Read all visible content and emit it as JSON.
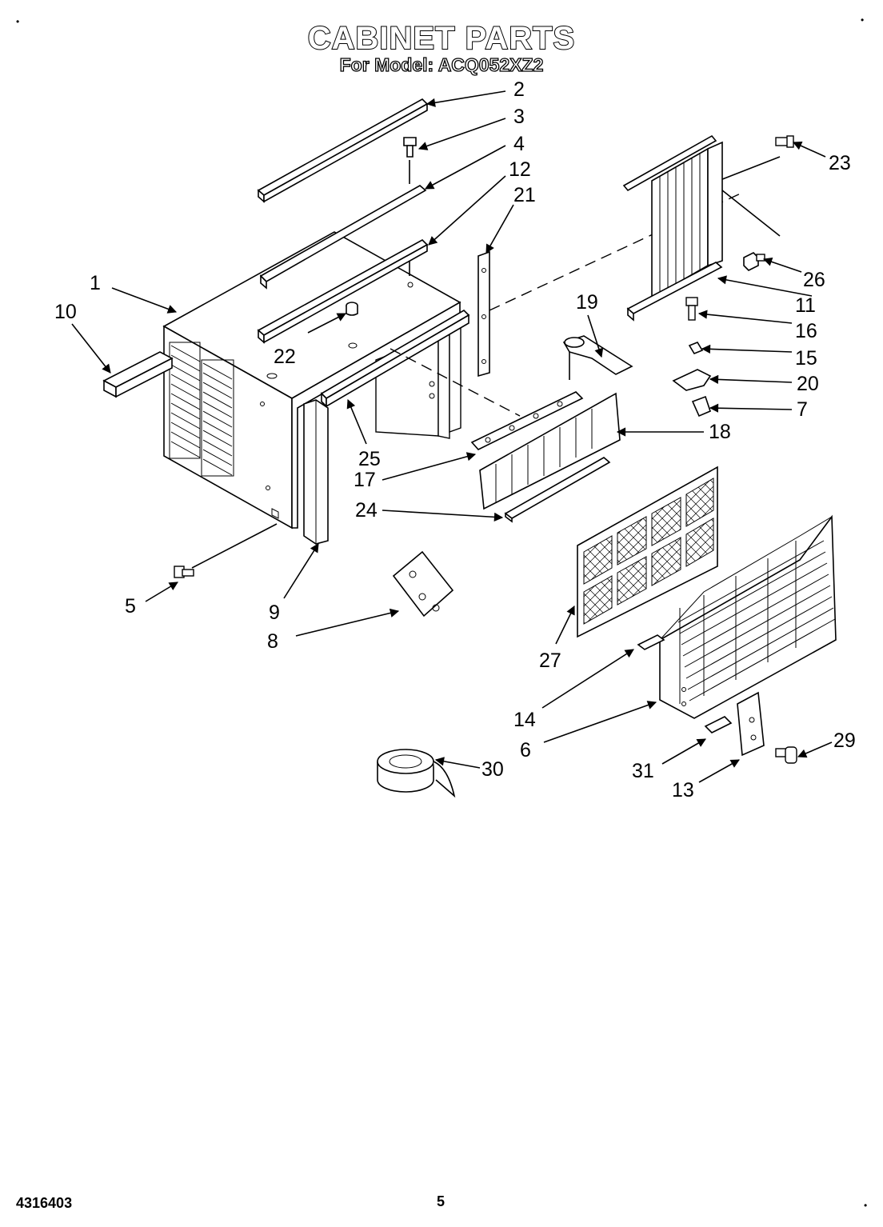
{
  "header": {
    "title": "CABINET PARTS",
    "subtitle": "For Model: ACQ052XZ2"
  },
  "footer": {
    "doc_number": "4316403",
    "page_number": "5"
  },
  "callouts": [
    "1",
    "2",
    "3",
    "4",
    "5",
    "6",
    "7",
    "8",
    "9",
    "10",
    "11",
    "12",
    "13",
    "14",
    "15",
    "16",
    "17",
    "18",
    "19",
    "20",
    "21",
    "22",
    "23",
    "24",
    "25",
    "26",
    "27",
    "29",
    "30",
    "31"
  ]
}
